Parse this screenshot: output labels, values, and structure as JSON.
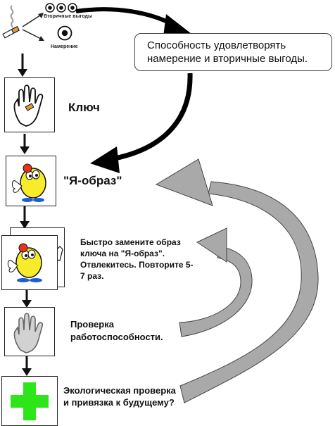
{
  "top": {
    "secondary_benefits_label": "Вторичные выгоды",
    "intention_label": "Намерение"
  },
  "callout_text": "Способность удовлетворять намерение и вторичные выгоды.",
  "steps": [
    {
      "label": "Ключ"
    },
    {
      "label": "\"Я-образ\""
    },
    {
      "label": "Быстро замените образ ключа на \"Я-образ\". Отвлекитесь. Повторите 5-7 раз."
    },
    {
      "label": "Проверка работоспособности."
    },
    {
      "label": "Экологическая проверка и привязка к будущему?"
    }
  ]
}
